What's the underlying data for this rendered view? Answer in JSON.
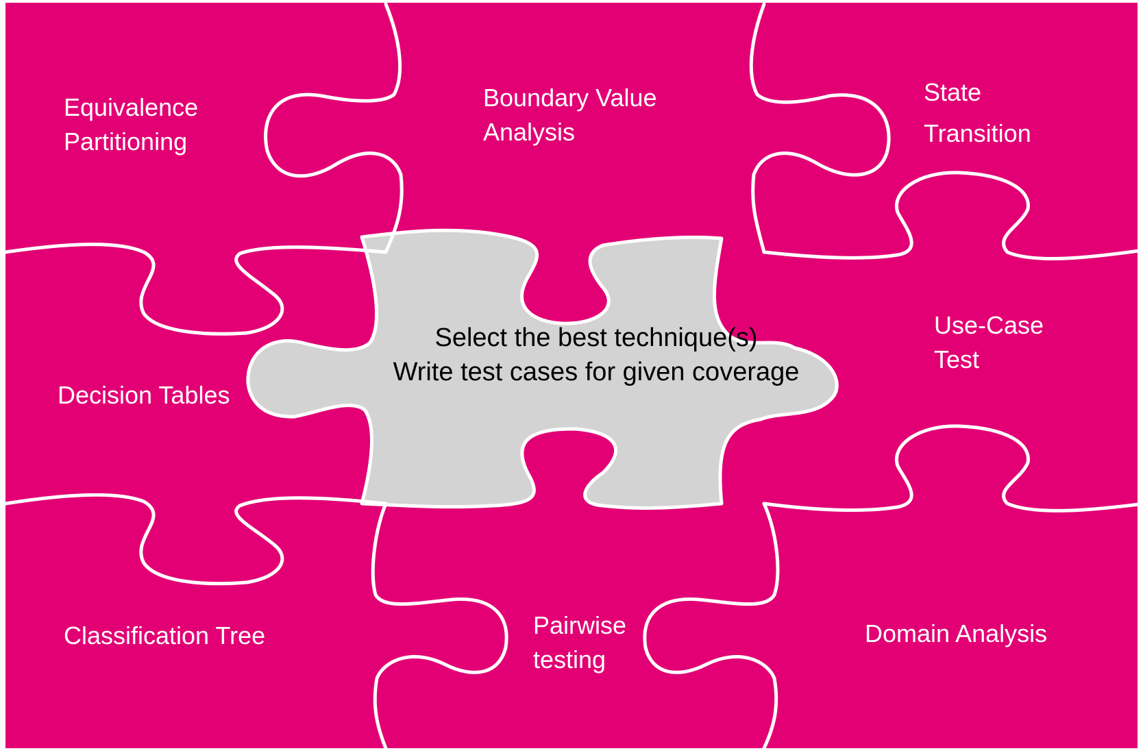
{
  "colors": {
    "piece_fill": "#E20074",
    "center_fill": "#D3D3D3",
    "outline": "#FFFFFF",
    "label_text": "#FFFFFF",
    "center_text": "#000000"
  },
  "center_piece": {
    "line1": "Select the best technique(s)",
    "line2": "Write test cases for given coverage"
  },
  "pieces": {
    "equivalence_partitioning": {
      "line1": "Equivalence",
      "line2": "Partitioning"
    },
    "boundary_value_analysis": {
      "line1": "Boundary Value",
      "line2": "Analysis"
    },
    "state_transition": {
      "line1": "State",
      "line2": "Transition"
    },
    "decision_tables": {
      "line1": "Decision Tables"
    },
    "use_case_test": {
      "line1": "Use-Case",
      "line2": "Test"
    },
    "classification_tree": {
      "line1": "Classification Tree"
    },
    "pairwise_testing": {
      "line1": "Pairwise",
      "line2": "testing"
    },
    "domain_analysis": {
      "line1": "Domain Analysis"
    }
  }
}
